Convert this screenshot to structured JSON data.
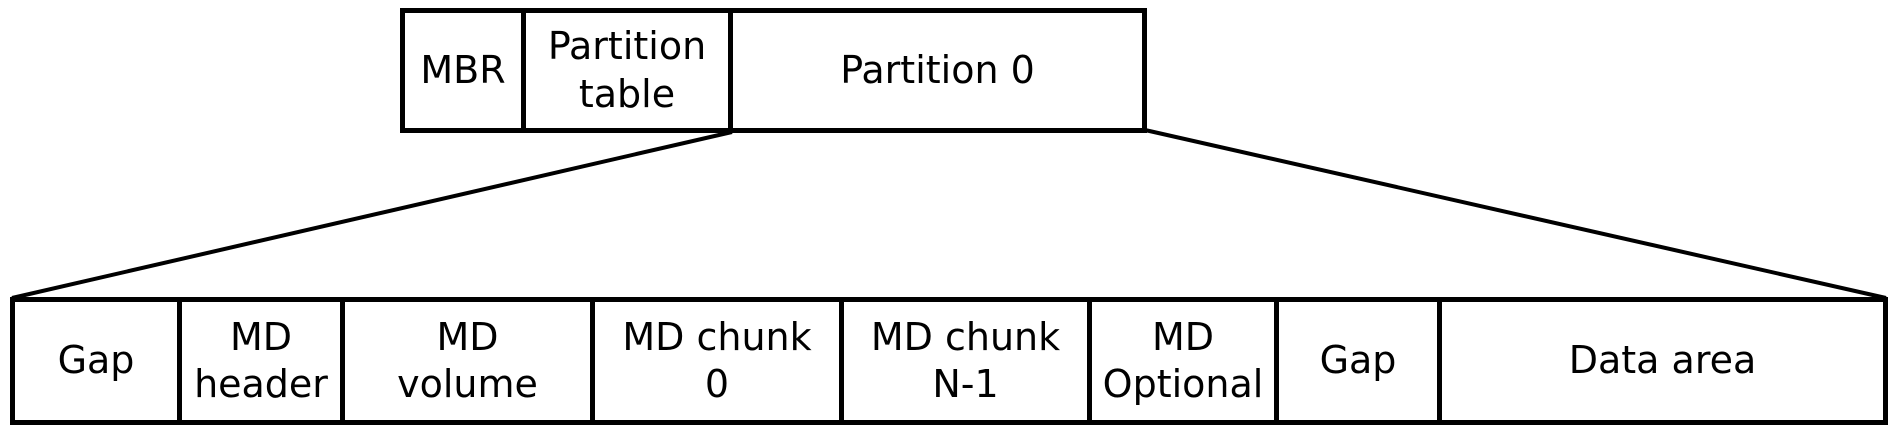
{
  "diagram": {
    "type": "disk-layout-expansion",
    "colors": {
      "line": "#000000",
      "text": "#000000",
      "background": "#ffffff"
    },
    "disk_row": {
      "cells": [
        {
          "label": "MBR"
        },
        {
          "label": "Partition\ntable"
        },
        {
          "label": "Partition 0"
        }
      ]
    },
    "partition_row": {
      "cells": [
        {
          "label": "Gap"
        },
        {
          "label": "MD\nheader"
        },
        {
          "label": "MD\nvolume"
        },
        {
          "label": "MD chunk\n0"
        },
        {
          "label": "MD chunk\nN-1"
        },
        {
          "label": "MD\nOptional"
        },
        {
          "label": "Gap"
        },
        {
          "label": "Data area"
        }
      ]
    }
  }
}
